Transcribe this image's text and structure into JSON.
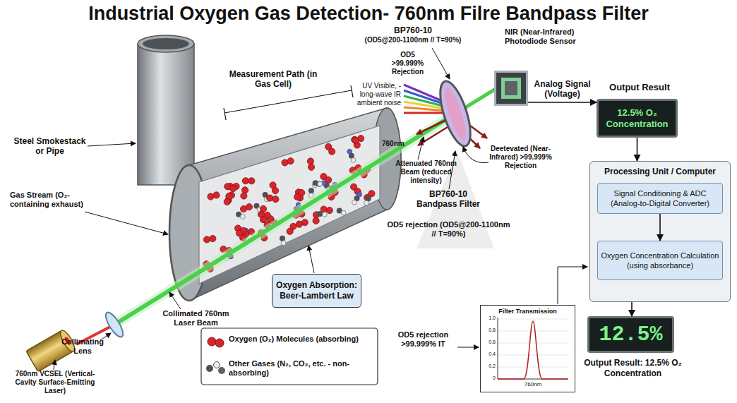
{
  "diagram": {
    "title": "Industrial Oxygen Gas Detection- 760nm Filre Bandpass Filter",
    "nodes": [
      {
        "text": [
          "NIR (Near-Infrared) Photodiode Sensor"
        ]
      },
      {
        "text": [
          "Output Result",
          "12.5% O₂ Concentration"
        ]
      },
      {
        "text": [
          "Processing Unit / Computer"
        ]
      },
      {
        "text": [
          "Signal Conditioning & ADC (Analog-to-Digital Converter)"
        ],
        "in": 2
      },
      {
        "text": [
          "Oxygen Concentration Calculation (using absorbance)"
        ],
        "in": 2
      },
      {
        "text": [
          "12.5%",
          "Output Result: 12.5% O₂ Concentration"
        ]
      },
      {
        "text": [
          "Oxygen Absorption: Beer-Lambert Law"
        ]
      },
      {
        "text": [
          "Filter Transmission"
        ]
      }
    ],
    "edges": [
      {
        "from": 0,
        "to": 1,
        "arrow": "to",
        "label": "Analog Signal (Voltage)"
      },
      {
        "from": 1,
        "to": 2,
        "arrow": "to"
      },
      {
        "from": 3,
        "to": 4,
        "arrow": "to"
      },
      {
        "from": 2,
        "to": 5,
        "arrow": "to"
      }
    ],
    "labels": [
      "Steel Smokestack or Pipe",
      "Measurement Path (in Gas Cell)",
      "BP760-10",
      "(OD5@200-1100nm // T=90%)",
      "OD5 >99.999% Rejection",
      "UV Visible, - long-wave IR ambient noise",
      "760nm",
      "Attenuated 760nm Beam (reduced intensity)",
      "Deetevated (Near-Infrared) >99.999% Rejection",
      "BP760-10 Bandpass Filter",
      "OD5 rejection (OD5@200-1100nm // T=90%)",
      "Gas Stream (O₂-containing exhaust)",
      "Collimated 760nm Laser Beam",
      "Collimating Lens",
      "760nm VCSEL (Vertical-Cavity Surface-Emitting Laser)",
      "OD5 rejection >99.999% IT",
      "1.0",
      "0.8",
      "0.6",
      "0.4",
      "0.2",
      "0",
      "760nm"
    ],
    "legend": [
      {
        "text": "Oxygen (O₂) Molecules (absorbing)"
      },
      {
        "text": "Other Gases (N₂, CO₂, etc. - non-absorbing)"
      }
    ]
  }
}
